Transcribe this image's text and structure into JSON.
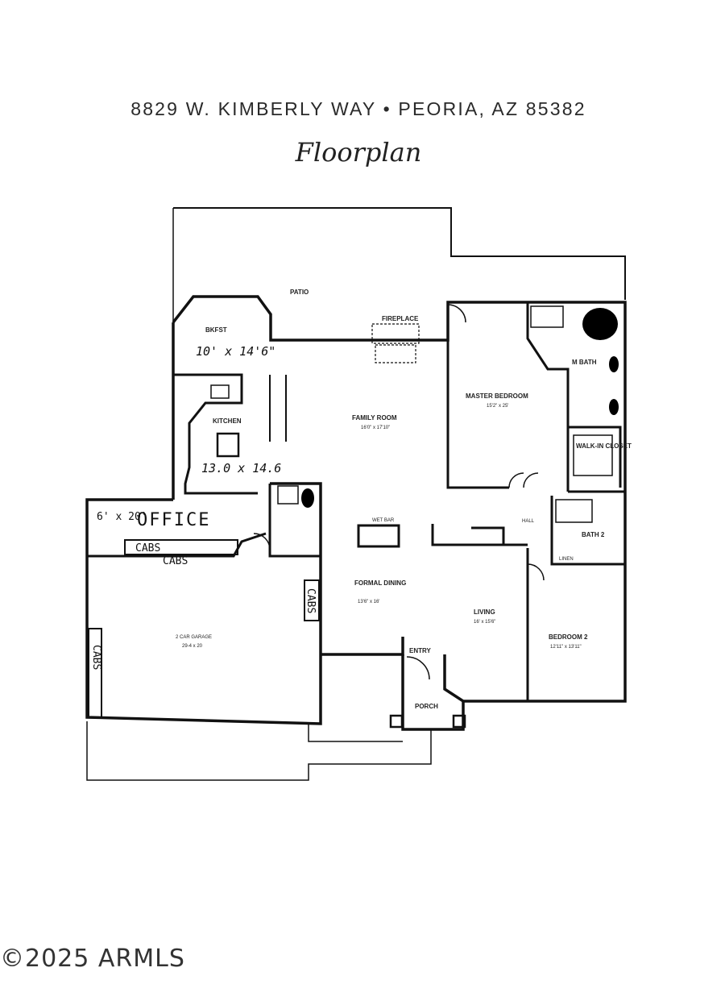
{
  "header": {
    "address": "8829 W. KIMBERLY WAY • PEORIA, AZ 85382",
    "subtitle": "Floorplan"
  },
  "rooms": {
    "patio": "PATIO",
    "bkfst": "BKFST",
    "bkfst_size": "10' x 14'6\"",
    "fireplace": "FIREPLACE",
    "family_room": "FAMILY ROOM",
    "family_room_size": "16'0\" x 17'10\"",
    "master_bedroom": "MASTER BEDROOM",
    "master_bedroom_size": "15'2\" x 25'",
    "m_bath": "M BATH",
    "walkin_closet": "WALK-IN CLOSET",
    "kitchen": "KITCHEN",
    "kitchen_size": "13.0 x 14.6",
    "office": "OFFICE",
    "office_size": "6' x 20'",
    "cabs_1": "CABS",
    "cabs_2": "CABS",
    "cabs_3": "CABS",
    "cabs_4": "CABS",
    "wet_bar": "WET BAR",
    "hall": "HALL",
    "bath_2": "BATH 2",
    "linen": "LINEN",
    "formal_dining": "FORMAL DINING",
    "formal_dining_size": "13'6\" x 16'",
    "living": "LIVING",
    "living_size": "16' x 15'6\"",
    "bedroom_2": "BEDROOM 2",
    "bedroom_2_size": "12'11\" x 13'11\"",
    "garage": "2 CAR GARAGE",
    "garage_size": "29-4 x 20",
    "entry": "ENTRY",
    "porch": "PORCH"
  },
  "watermark": "©2025 ARMLS"
}
